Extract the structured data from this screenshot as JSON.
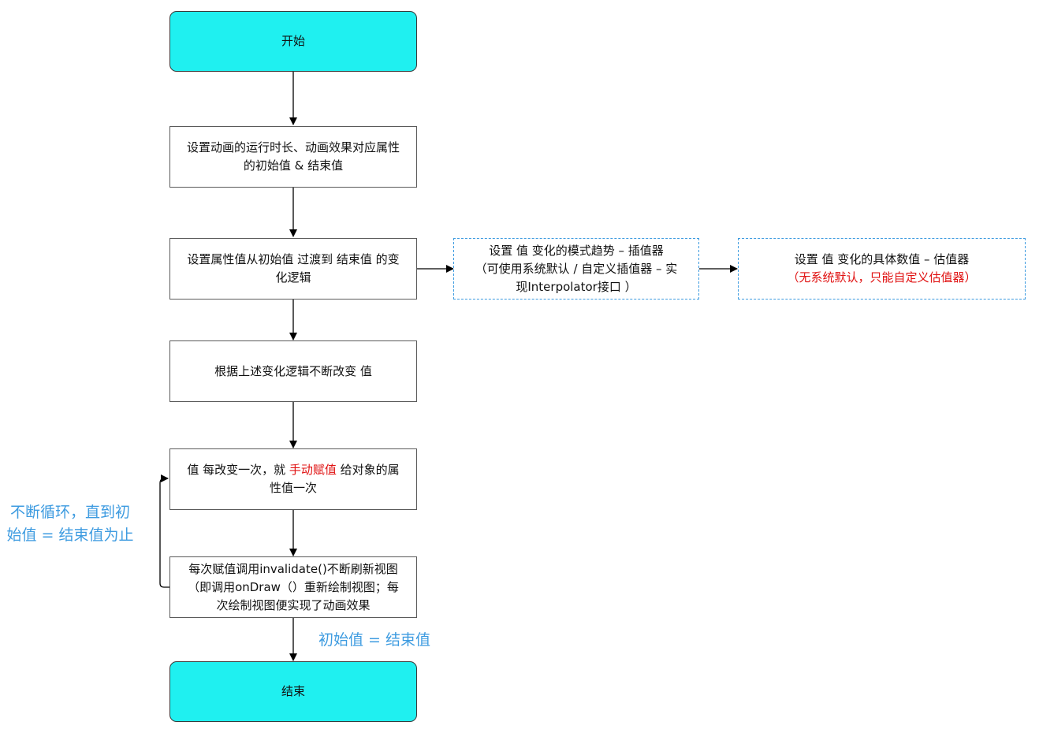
{
  "nodes": {
    "start": {
      "label": "开始"
    },
    "set_duration": {
      "line1": "设置动画的运行时长、动画效果对应属性",
      "line2": "的初始值 & 结束值"
    },
    "set_logic": {
      "line1": "设置属性值从初始值 过渡到 结束值 的变",
      "line2": "化逻辑"
    },
    "change_value": {
      "label": "根据上述变化逻辑不断改变 值"
    },
    "assign": {
      "prefix": "值 每改变一次，就 ",
      "highlight": "手动赋值",
      "suffix": " 给对象的属",
      "line2": "性值一次"
    },
    "redraw": {
      "line1": "每次赋值调用invalidate()不断刷新视图",
      "line2": "（即调用onDraw（）重新绘制视图；每",
      "line3": "次绘制视图便实现了动画效果"
    },
    "end": {
      "label": "结束"
    },
    "interpolator": {
      "line1": "设置 值 变化的模式趋势 – 插值器",
      "line2": "（可使用系统默认 / 自定义插值器 – 实",
      "line3": "现Interpolator接口 ）"
    },
    "evaluator": {
      "line1": "设置 值 变化的具体数值 – 估值器",
      "line2": "（无系统默认，只能自定义估值器）"
    }
  },
  "notes": {
    "loop": {
      "line1": "不断循环，直到初",
      "line2": "始值 = 结束值为止"
    },
    "exit_condition": "初始值 = 结束值"
  },
  "colors": {
    "terminal_fill": "#1ff0f0",
    "dashed_border": "#3d9be0",
    "highlight_red": "#e01111",
    "note_blue": "#3d9be0"
  }
}
